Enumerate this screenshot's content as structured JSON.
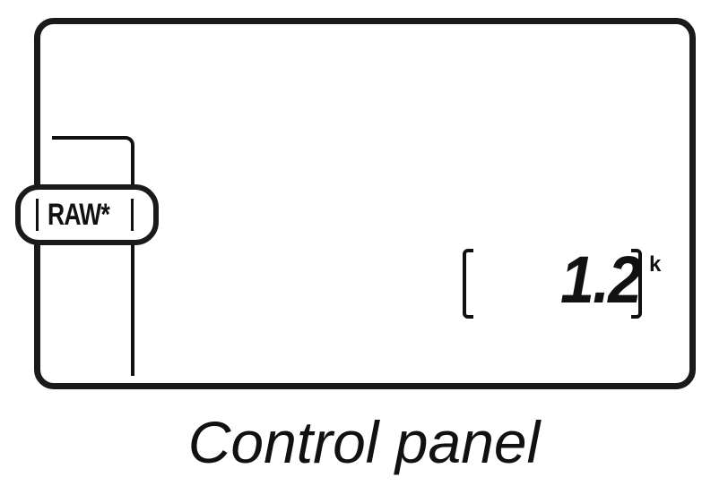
{
  "control_panel": {
    "image_quality": "RAW*",
    "shots_remaining": "1.2",
    "shots_unit": "k"
  },
  "caption": "Control panel"
}
